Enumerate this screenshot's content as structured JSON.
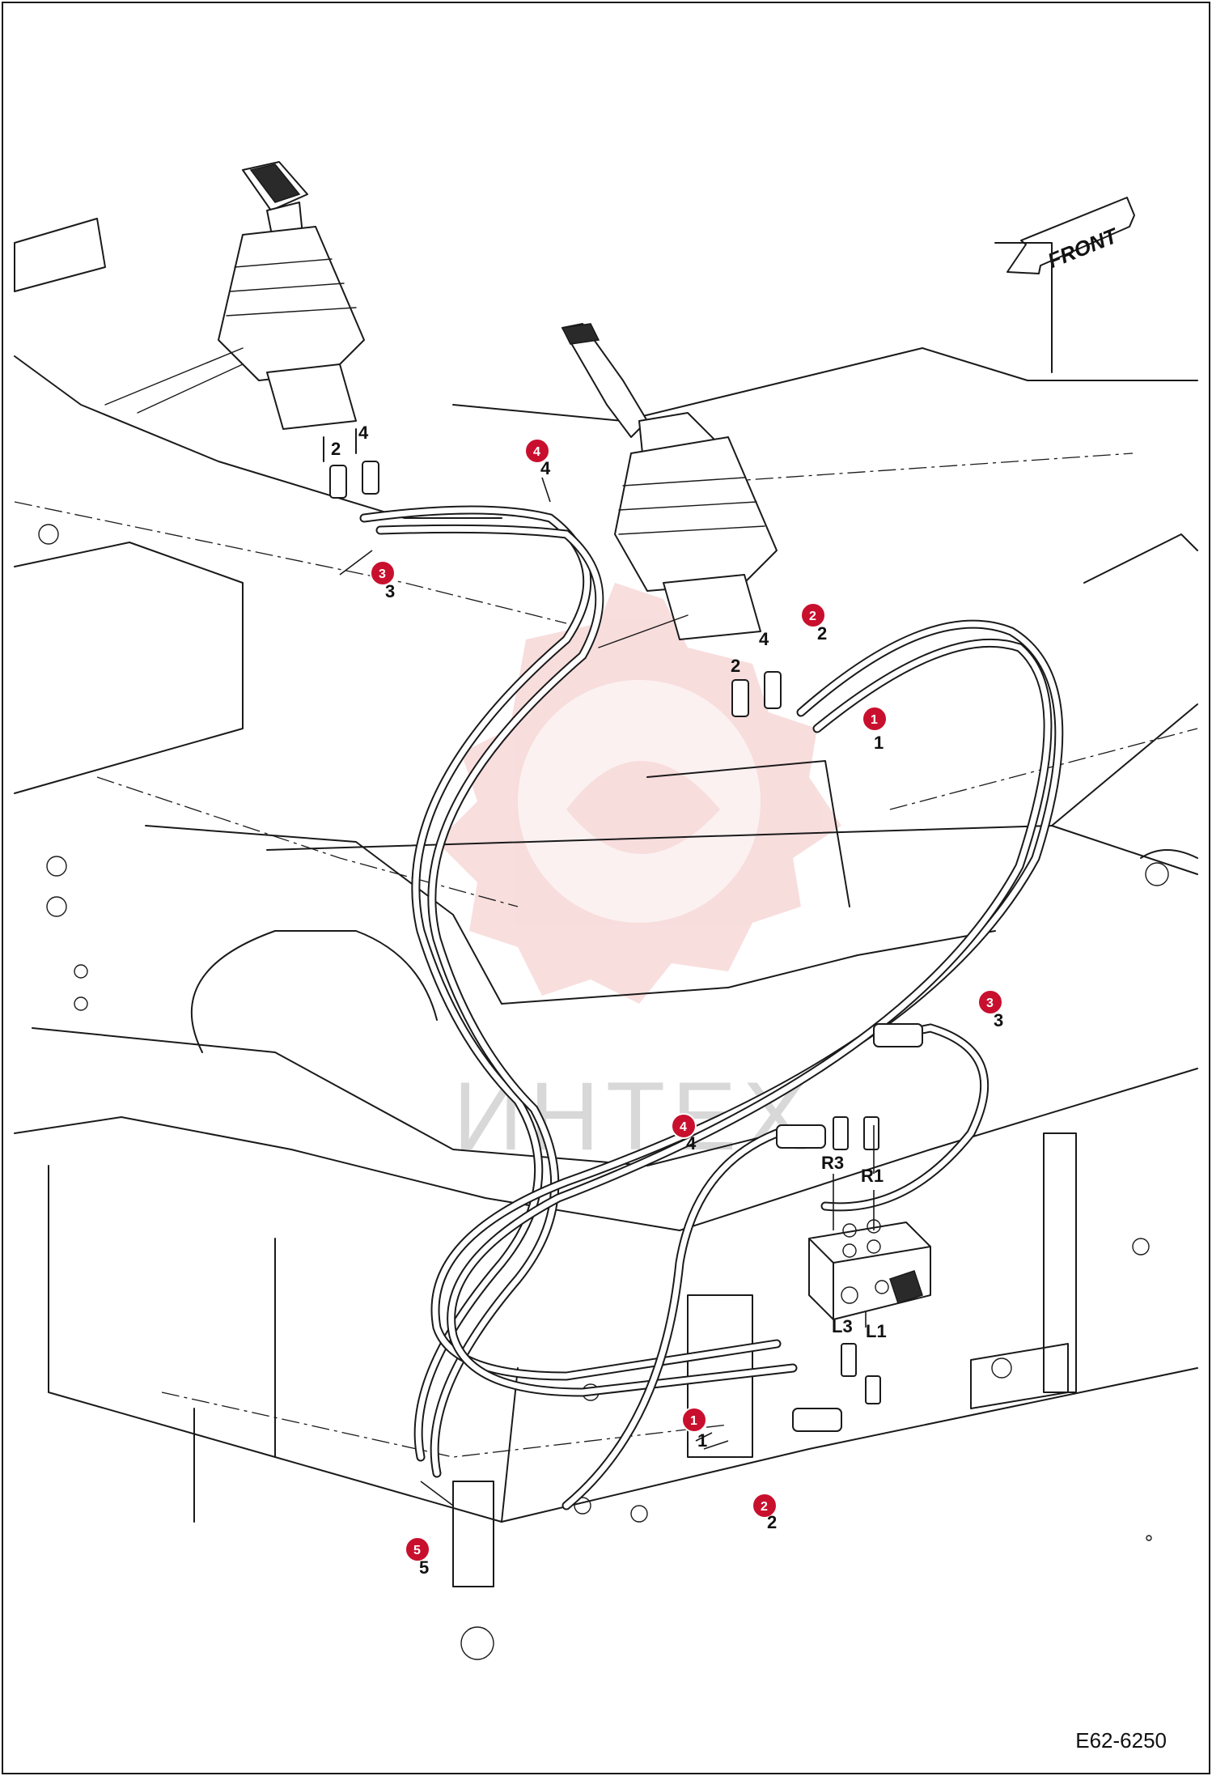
{
  "direction_label": "FRONT",
  "reference_code": "E62-6250",
  "watermark_text": "ИНТЕХ",
  "colors": {
    "callout": "#c8102e",
    "watermark": "#f2b8b8",
    "line": "#1a1a1a"
  },
  "callouts": [
    "1",
    "2",
    "3",
    "4",
    "1",
    "2",
    "3",
    "4",
    "5"
  ],
  "part_numbers": [
    "1",
    "2",
    "3",
    "4",
    "1",
    "2",
    "3",
    "4",
    "5"
  ],
  "port_numbers": [
    "2",
    "4",
    "2",
    "4"
  ],
  "valve_ports": [
    "R3",
    "R1",
    "L3",
    "L1"
  ]
}
